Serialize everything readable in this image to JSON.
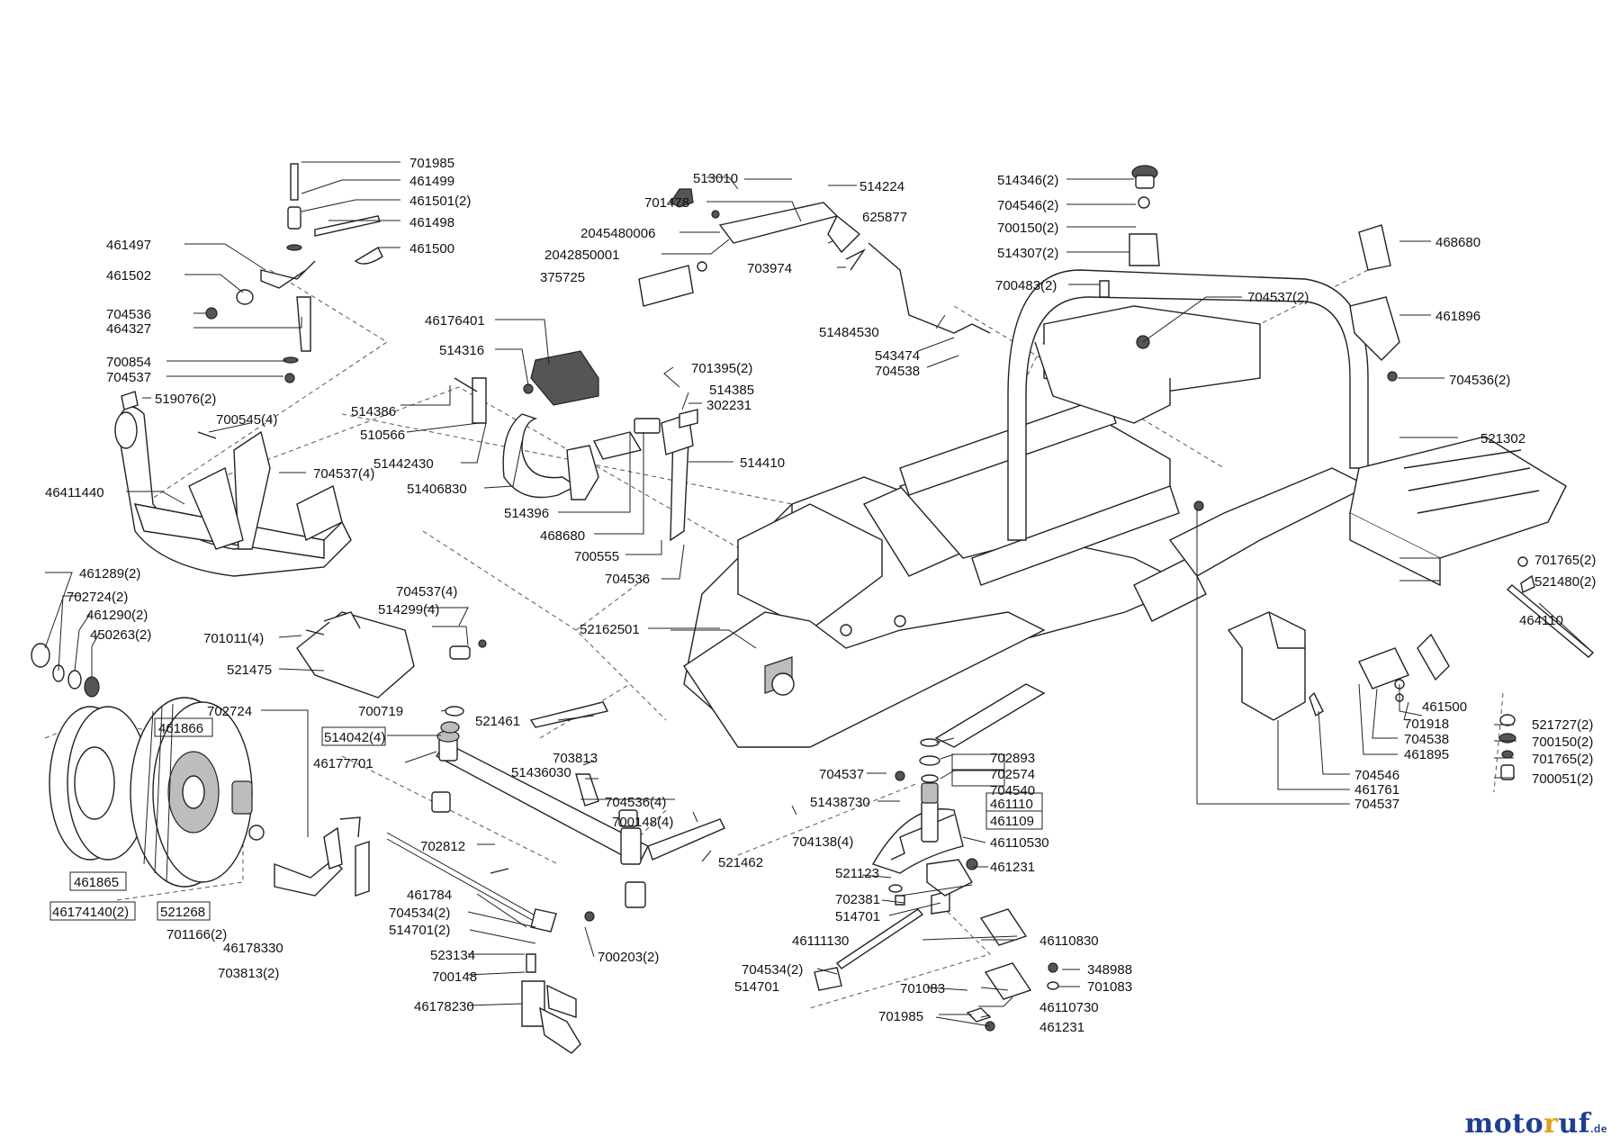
{
  "brand": {
    "part1": "moto",
    "part2": "r",
    "part3": "uf",
    "tld": ".de"
  },
  "labels": [
    "701985",
    "461499",
    "461501(2)",
    "461498",
    "461500",
    "461497",
    "461502",
    "704536",
    "464327",
    "700854",
    "704537",
    "519076(2)",
    "700545(4)",
    "704537(4)",
    "46411440",
    "513010",
    "514224",
    "701478",
    "625877",
    "2045480006",
    "2042850001",
    "703974",
    "375725",
    "51484530",
    "543474",
    "704538",
    "514346(2)",
    "704546(2)",
    "700150(2)",
    "514307(2)",
    "700483(2)",
    "704537(2)",
    "468680",
    "461896",
    "704536(2)",
    "46176401",
    "514316",
    "514386",
    "510566",
    "51442430",
    "51406830",
    "514396",
    "701395(2)",
    "514385",
    "302231",
    "514410",
    "468680",
    "700555",
    "704536",
    "461289(2)",
    "702724(2)",
    "461290(2)",
    "450263(2)",
    "701011(4)",
    "704537(4)",
    "514299(4)",
    "521475",
    "52162501",
    "521302",
    "701765(2)",
    "521480(2)",
    "464110",
    "700719",
    "702724",
    "461866",
    "514042(4)",
    "46177701",
    "521461",
    "703813",
    "51436030",
    "704536(4)",
    "700148(4)",
    "521462",
    "461865",
    "46174140(2)",
    "521268",
    "701166(2)",
    "46178330",
    "703813(2)",
    "702812",
    "461784",
    "704534(2)",
    "514701(2)",
    "523134",
    "700148",
    "46178230",
    "700203(2)",
    "704537",
    "702893",
    "702574",
    "704540",
    "51438730",
    "461110",
    "461109",
    "704138(4)",
    "46110530",
    "521123",
    "461231",
    "702381",
    "514701",
    "46111130",
    "46110830",
    "704534(2)",
    "348988",
    "514701",
    "701083",
    "701083",
    "46110730",
    "701985",
    "461231",
    "461500",
    "701918",
    "704538",
    "461895",
    "704546",
    "461761",
    "704537",
    "521727(2)",
    "700150(2)",
    "701765(2)",
    "700051(2)"
  ]
}
